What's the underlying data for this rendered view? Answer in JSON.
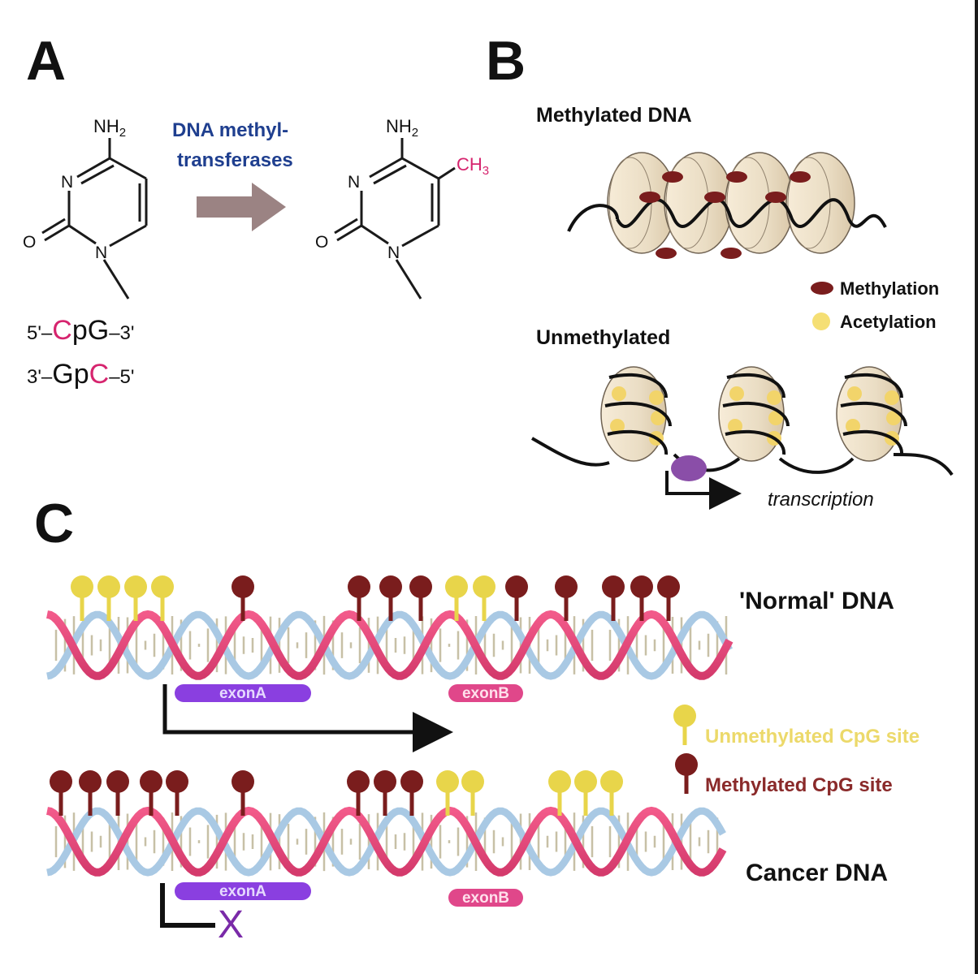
{
  "panels": {
    "a": {
      "letter": "A",
      "amine_left": "NH",
      "amine_sub": "2",
      "n_label": "N",
      "n1_label": "N",
      "o_label": "O",
      "amine_right": "NH",
      "amine_right_sub": "2",
      "methyl": "CH",
      "methyl_sub": "3",
      "enzyme_line1": "DNA methyl-",
      "enzyme_line2": "transferases",
      "strand_top": {
        "prefix": "5'–",
        "c": "C",
        "mid": "pG",
        "suffix": "–3'"
      },
      "strand_bottom": {
        "prefix": "3'–Gp",
        "c": "C",
        "suffix": "–5'"
      }
    },
    "b": {
      "letter": "B",
      "methylated_title": "Methylated DNA",
      "unmethylated_title": "Unmethylated",
      "legend_methylation": "Methylation",
      "legend_acetylation": "Acetylation",
      "transcription": "transcription"
    },
    "c": {
      "letter": "C",
      "normal_label": "'Normal' DNA",
      "cancer_label": "Cancer DNA",
      "exon_a": "exonA",
      "exon_b": "exonB",
      "blocked_mark": "X",
      "legend_unmethylated": "Unmethylated CpG site",
      "legend_methylated": "Methylated CpG site"
    }
  },
  "colors": {
    "methylated_cpg": "#7a1d1d",
    "unmethylated_cpg": "#e8d54a",
    "exon_a": "#8a3fe0",
    "exon_b": "#e0478a",
    "enzyme_text": "#1f3f8f",
    "highlight_c": "#d6246e"
  }
}
